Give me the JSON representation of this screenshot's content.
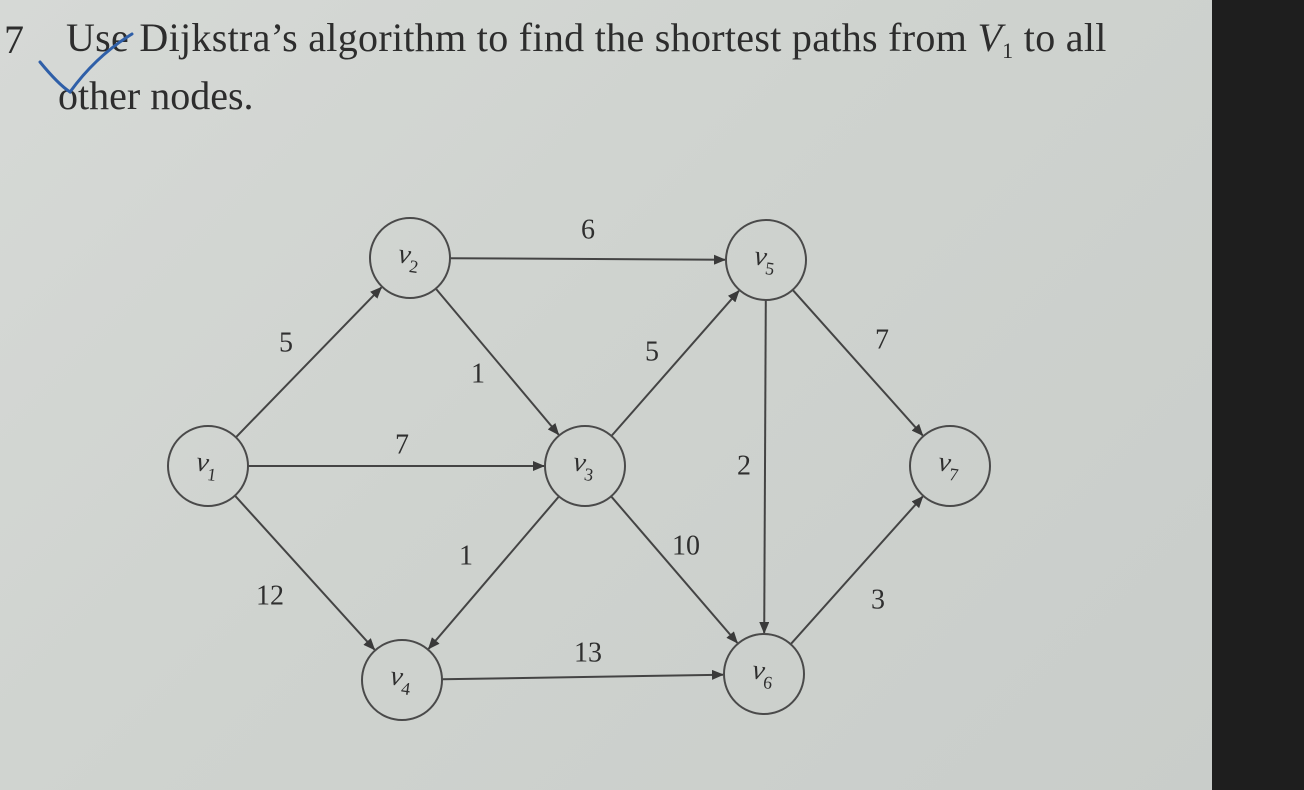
{
  "question": {
    "number": "7",
    "line1_text": "Use Dijkstra’s algorithm to find the shortest paths from",
    "source_var": "V",
    "source_sub": "1",
    "line1_tail": "to all",
    "line2": "other nodes."
  },
  "graph": {
    "nodes": [
      {
        "id": "v1",
        "letter": "v",
        "sub": "1"
      },
      {
        "id": "v2",
        "letter": "v",
        "sub": "2"
      },
      {
        "id": "v3",
        "letter": "v",
        "sub": "3"
      },
      {
        "id": "v4",
        "letter": "v",
        "sub": "4"
      },
      {
        "id": "v5",
        "letter": "v",
        "sub": "5"
      },
      {
        "id": "v6",
        "letter": "v",
        "sub": "6"
      },
      {
        "id": "v7",
        "letter": "v",
        "sub": "7"
      }
    ],
    "edges": [
      {
        "from": "v1",
        "to": "v2",
        "weight": "5"
      },
      {
        "from": "v1",
        "to": "v3",
        "weight": "7"
      },
      {
        "from": "v1",
        "to": "v4",
        "weight": "12"
      },
      {
        "from": "v2",
        "to": "v3",
        "weight": "1"
      },
      {
        "from": "v2",
        "to": "v5",
        "weight": "6"
      },
      {
        "from": "v3",
        "to": "v4",
        "weight": "1"
      },
      {
        "from": "v3",
        "to": "v5",
        "weight": "5"
      },
      {
        "from": "v3",
        "to": "v6",
        "weight": "10"
      },
      {
        "from": "v4",
        "to": "v6",
        "weight": "13"
      },
      {
        "from": "v5",
        "to": "v6",
        "weight": "2"
      },
      {
        "from": "v5",
        "to": "v7",
        "weight": "7"
      },
      {
        "from": "v6",
        "to": "v7",
        "weight": "3"
      }
    ]
  },
  "colors": {
    "paper": "#d2d5d2",
    "ink": "#2f2f2f",
    "checkmark": "#2f5fa8"
  }
}
